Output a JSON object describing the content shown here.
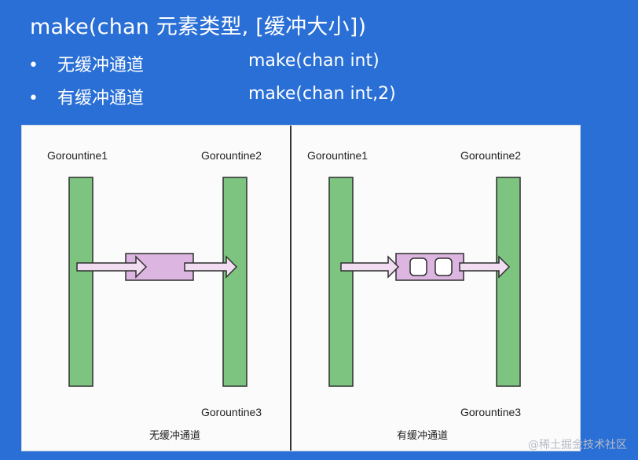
{
  "header": {
    "title": "make(chan 元素类型, [缓冲大小])"
  },
  "bullets": [
    {
      "label": "无缓冲通道",
      "code": "make(chan int)"
    },
    {
      "label": "有缓冲通道",
      "code": "make(chan int,2)"
    }
  ],
  "bullet_symbol": "•",
  "diagrams": {
    "left": {
      "g1": "Gorountine1",
      "g2": "Gorountine2",
      "g3": "Gorountine3",
      "caption": "无缓冲通道"
    },
    "right": {
      "g1": "Gorountine1",
      "g2": "Gorountine2",
      "g3": "Gorountine3",
      "caption": "有缓冲通道"
    }
  },
  "watermark": "@稀土掘金技术社区",
  "colors": {
    "background": "#2a6fd6",
    "goroutine_bar": "#7cc47f",
    "channel": "#dcb5e0",
    "arrow_fill": "#f2dcf2"
  }
}
